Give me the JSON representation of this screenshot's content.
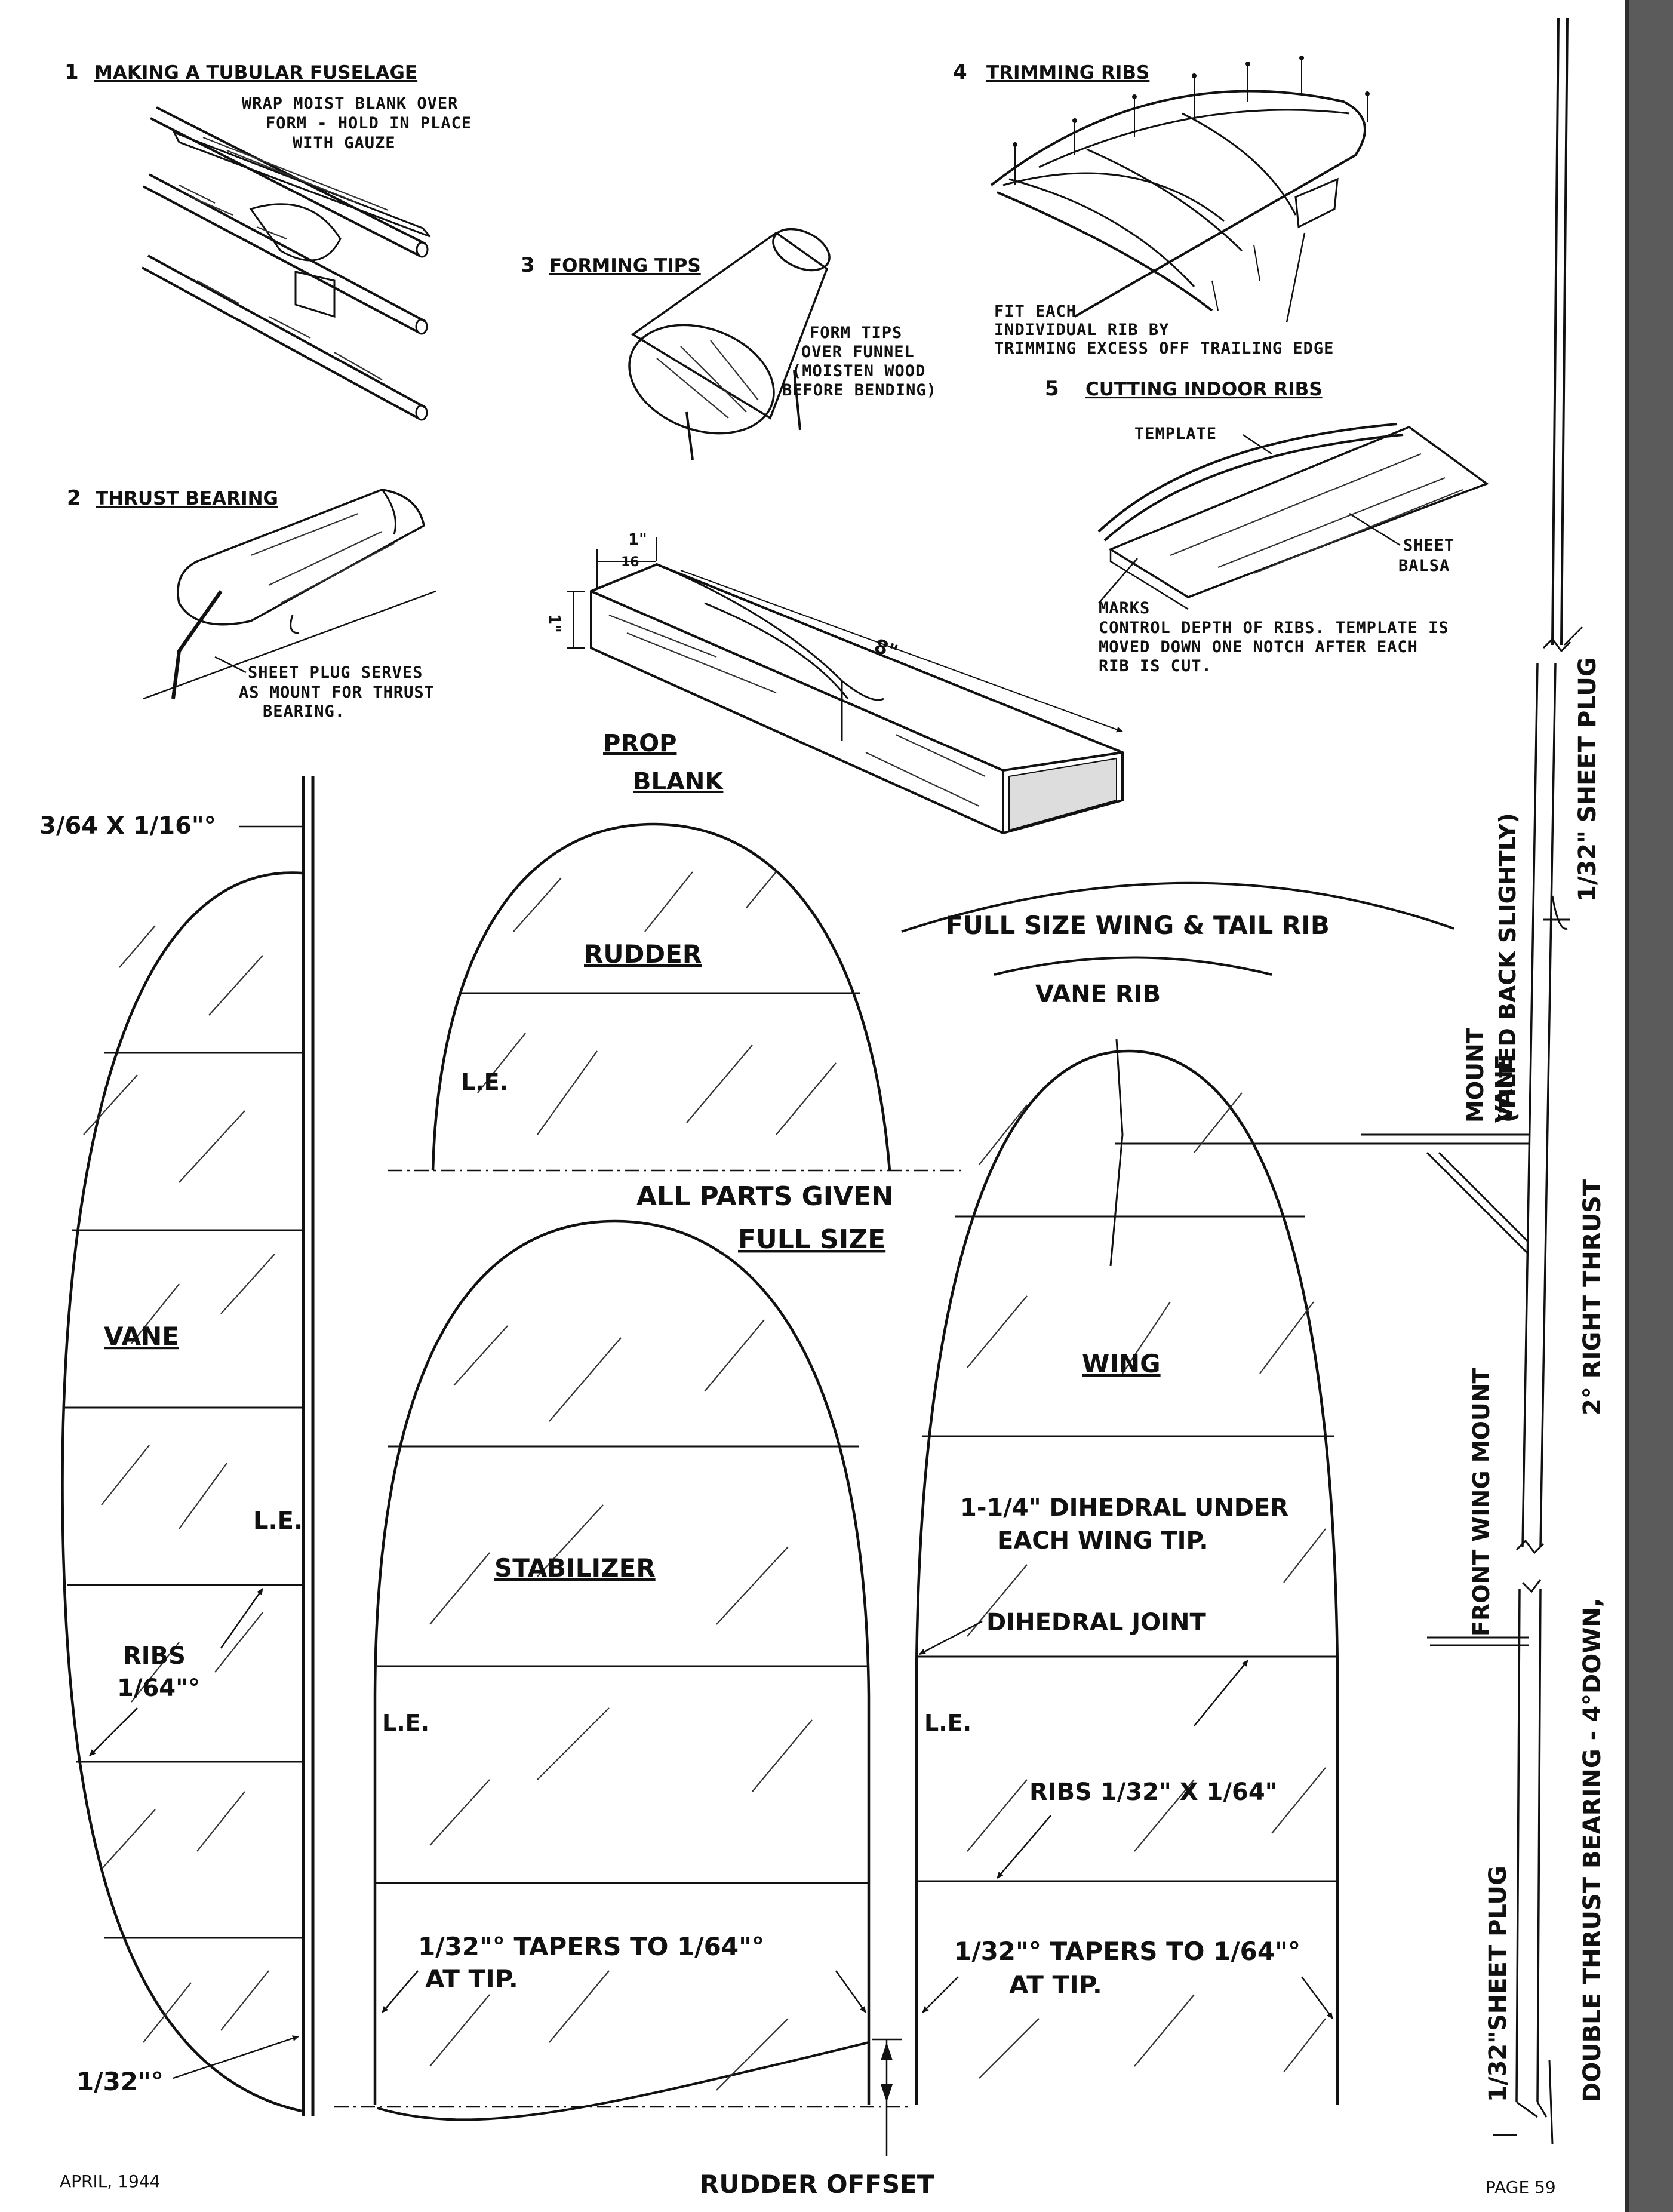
{
  "steps": {
    "s1": {
      "number": "1",
      "title": "MAKING A TUBULAR FUSELAGE",
      "note": [
        "WRAP MOIST BLANK OVER",
        "FORM - HOLD IN PLACE",
        "WITH GAUZE"
      ]
    },
    "s2": {
      "number": "2",
      "title": "THRUST BEARING",
      "note": [
        "SHEET PLUG SERVES",
        "AS MOUNT FOR THRUST",
        "BEARING."
      ]
    },
    "s3": {
      "number": "3",
      "title": "FORMING TIPS",
      "note": [
        "FORM TIPS",
        "OVER FUNNEL",
        "(MOISTEN WOOD",
        "BEFORE BENDING)"
      ]
    },
    "s4": {
      "number": "4",
      "title": "TRIMMING RIBS",
      "note": [
        "FIT EACH",
        "INDIVIDUAL RIB BY",
        "TRIMMING EXCESS OFF TRAILING EDGE"
      ]
    },
    "s5": {
      "number": "5",
      "title": "CUTTING INDOOR RIBS",
      "template": "TEMPLATE",
      "sheet": [
        "SHEET",
        "BALSA"
      ],
      "marks": [
        "MARKS",
        "CONTROL DEPTH OF RIBS. TEMPLATE IS",
        "MOVED DOWN ONE NOTCH AFTER EACH",
        "RIB IS CUT."
      ]
    }
  },
  "prop": {
    "title": [
      "PROP",
      "BLANK"
    ],
    "width_num": "1\"",
    "width_den": "16",
    "height": "1\"",
    "length": "8\""
  },
  "labels": {
    "spar": "3/64 X 1/16\"°",
    "vane": "VANE",
    "vane_le": "L.E.",
    "ribs_vane": [
      "RIBS",
      "1/64\"°"
    ],
    "tip_132": "1/32\"°",
    "rudder": "RUDDER",
    "rudder_le": "L.E.",
    "all_parts": [
      "ALL PARTS GIVEN",
      "FULL SIZE"
    ],
    "stabilizer": "STABILIZER",
    "stab_le": "L.E.",
    "stab_taper": [
      "1/32\"° TAPERS TO 1/64\"°",
      "AT TIP."
    ],
    "rudder_offset": "RUDDER OFFSET",
    "full_rib": "FULL SIZE WING & TAIL RIB",
    "vane_rib": "VANE RIB",
    "wing": "WING",
    "dihedral": [
      "1-1/4\" DIHEDRAL UNDER",
      "EACH WING TIP."
    ],
    "dihedral_joint": "DIHEDRAL JOINT",
    "wing_le": "L.E.",
    "ribs_wing": "RIBS 1/32\" X 1/64\"",
    "wing_taper": [
      "1/32\"° TAPERS TO 1/64\"°",
      "AT TIP."
    ],
    "vane_mount": [
      "VANE",
      "MOUNT",
      "(TILTED BACK SLIGHTLY)"
    ],
    "sheet_plug_top": "1/32\" SHEET PLUG",
    "right_thrust": "2° RIGHT THRUST",
    "front_wing_mount": "FRONT WING MOUNT",
    "thrust_bearing": "DOUBLE THRUST BEARING - 4°DOWN,",
    "sheet_plug_bottom": "1/32\"SHEET PLUG"
  },
  "footer": {
    "date": "APRIL, 1944",
    "page": "PAGE 59"
  }
}
